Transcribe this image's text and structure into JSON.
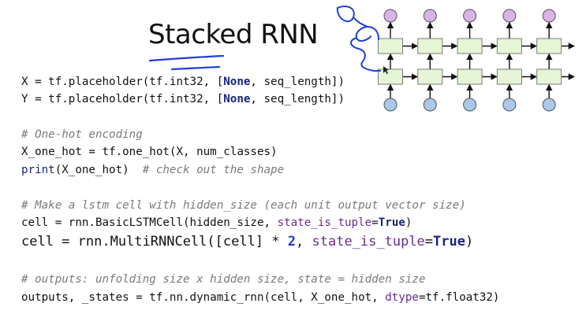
{
  "slide": {
    "title": "Stacked RNN",
    "code_blocks": [
      {
        "lines": [
          {
            "parts": [
              {
                "t": "X = tf.placeholder(tf.int32, ["
              },
              {
                "t": "None",
                "c": "kw"
              },
              {
                "t": ", seq_length])"
              }
            ]
          },
          {
            "parts": [
              {
                "t": "Y = tf.placeholder(tf.int32, ["
              },
              {
                "t": "None",
                "c": "kw"
              },
              {
                "t": ", seq_length])"
              }
            ]
          }
        ]
      },
      {
        "lines": [
          {
            "parts": [
              {
                "t": "# One-hot encoding",
                "c": "cmt"
              }
            ]
          },
          {
            "parts": [
              {
                "t": "X_one_hot = tf.one_hot(X, num_classes)"
              }
            ]
          },
          {
            "parts": [
              {
                "t": "print",
                "c": "bi"
              },
              {
                "t": "(X_one_hot)  "
              },
              {
                "t": "# check out the shape",
                "c": "cmt"
              }
            ]
          }
        ]
      },
      {
        "lines": [
          {
            "parts": [
              {
                "t": "# Make a lstm cell with hidden_size (each unit output vector size)",
                "c": "cmt"
              }
            ]
          },
          {
            "parts": [
              {
                "t": "cell = rnn.BasicLSTMCell(hidden_size, "
              },
              {
                "t": "state_is_tuple",
                "c": "kwarg"
              },
              {
                "t": "="
              },
              {
                "t": "True",
                "c": "kw"
              },
              {
                "t": ")"
              }
            ]
          },
          {
            "big": true,
            "parts": [
              {
                "t": "cell = rnn.MultiRNNCell([cell] * "
              },
              {
                "t": "2",
                "c": "num"
              },
              {
                "t": ", "
              },
              {
                "t": "state_is_tuple",
                "c": "kwarg"
              },
              {
                "t": "="
              },
              {
                "t": "True",
                "c": "kw"
              },
              {
                "t": ")"
              }
            ]
          }
        ]
      },
      {
        "lines": [
          {
            "parts": [
              {
                "t": "# outputs: unfolding size x hidden size, state = hidden size",
                "c": "cmt"
              }
            ]
          },
          {
            "parts": [
              {
                "t": "outputs, _states = tf.nn.dynamic_rnn(cell, X_one_hot, "
              },
              {
                "t": "dtype",
                "c": "kwarg"
              },
              {
                "t": "=tf.float32)"
              }
            ]
          }
        ]
      }
    ]
  },
  "diagram": {
    "description": "Two-layer unrolled RNN",
    "timesteps": 5,
    "layers": 2,
    "colors": {
      "output_node": "#d9b3e6",
      "input_node": "#a9c8ea",
      "cell_fill": "#e5f5d5",
      "cell_stroke": "#7a7a7a",
      "arrow": "#111111",
      "annotation_ink": "#1f3fd6"
    }
  }
}
